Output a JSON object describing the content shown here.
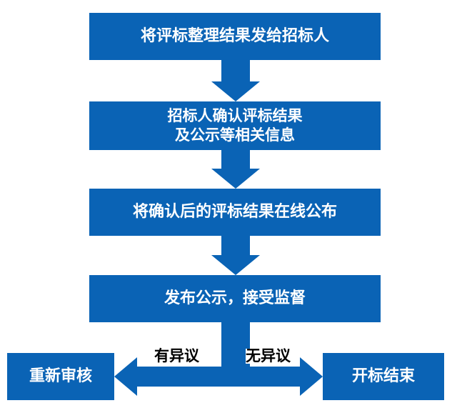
{
  "steps": {
    "step1": "将评标整理结果发给招标人",
    "step2": "招标人确认评标结果\n及公示等相关信息",
    "step3": "将确认后的评标结果在线公布",
    "step4": "发布公示，接受监督"
  },
  "outcomes": {
    "review": "重新审核",
    "end": "开标结束"
  },
  "branches": {
    "objection": "有异议",
    "no_objection": "无异议"
  },
  "colors": {
    "box": "#0a63b5",
    "arrow": "#0a63b5",
    "text": "#ffffff",
    "label": "#000000"
  }
}
